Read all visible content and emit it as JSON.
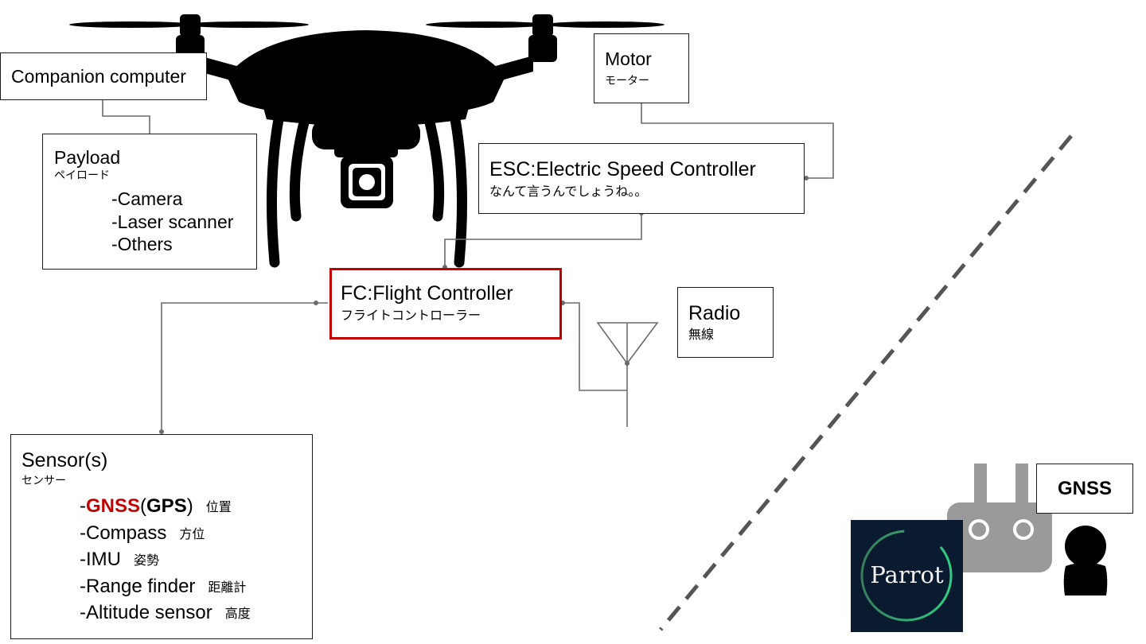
{
  "companion": {
    "title": "Companion computer"
  },
  "payload": {
    "title": "Payload",
    "subtitle": "ペイロード",
    "items": [
      "-Camera",
      "-Laser scanner",
      "-Others"
    ]
  },
  "motor": {
    "title": "Motor",
    "subtitle": "モーター"
  },
  "esc": {
    "title": "ESC:Electric Speed Controller",
    "subtitle": "なんて言うんでしょうね。。"
  },
  "fc": {
    "title": "FC:Flight Controller",
    "subtitle": "フライトコントローラー"
  },
  "radio": {
    "title": "Radio",
    "subtitle": "無線"
  },
  "sensors": {
    "title": "Sensor(s)",
    "subtitle": "センサー",
    "gnss": {
      "dash": "-",
      "main": "GNSS",
      "paren_open": "(",
      "alt": "GPS",
      "paren_close": ")",
      "jp": "位置"
    },
    "items": [
      {
        "label": "-Compass",
        "jp": "方位"
      },
      {
        "label": "-IMU",
        "jp": "姿勢"
      },
      {
        "label": "-Range finder",
        "jp": "距離計"
      },
      {
        "label": "-Altitude sensor",
        "jp": "高度"
      }
    ]
  },
  "ground": {
    "gnss_label": "GNSS",
    "logo_text": "Parrot"
  },
  "icons": {
    "drone": "quadcopter-drone-icon",
    "antenna": "antenna-icon",
    "controller": "remote-controller-icon",
    "operator": "person-icon",
    "logo": "parrot-logo"
  },
  "colors": {
    "fc_border": "#c00000",
    "gnss_highlight": "#c00000",
    "connector": "#6b6b6b",
    "divider": "#555555"
  }
}
